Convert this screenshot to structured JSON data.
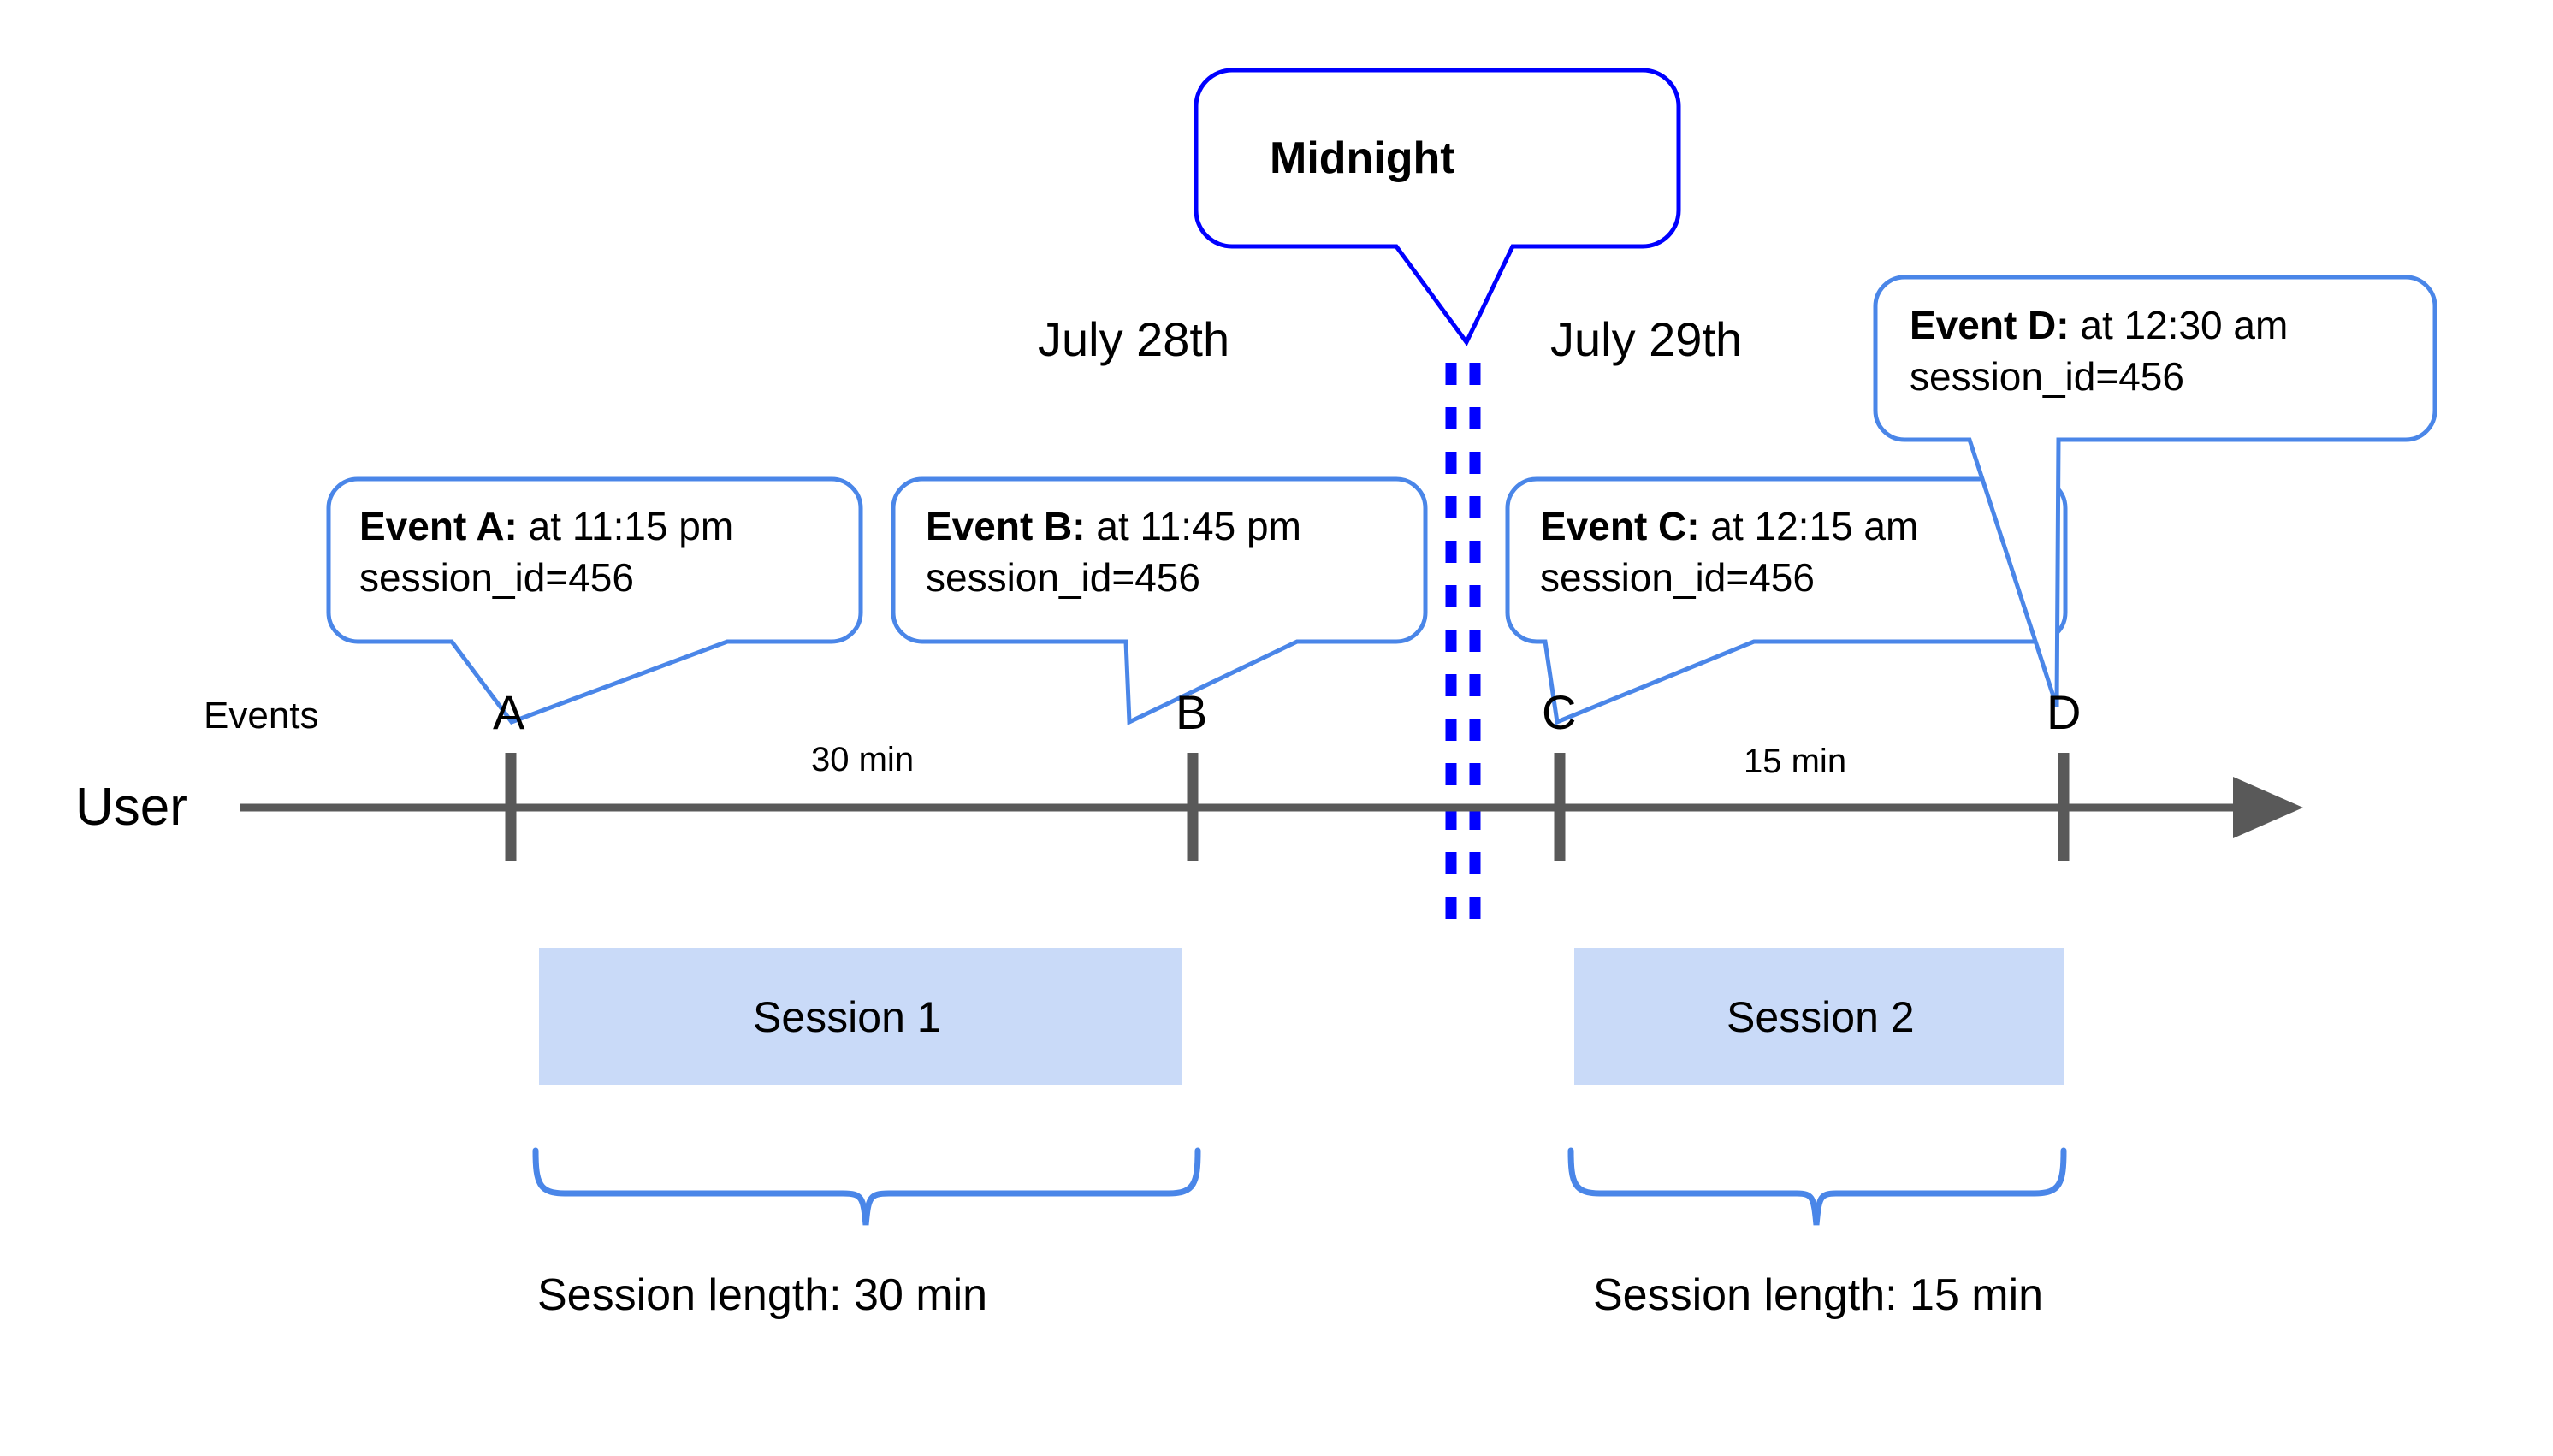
{
  "diagram": {
    "title_concept": "User session timeline across midnight",
    "colors": {
      "callout_border": "#4a86e8",
      "midnight_border": "#0000ff",
      "midnight_dash": "#0000ff",
      "axis": "#595959",
      "session_fill": "#c9daf8",
      "brace": "#4a86e8",
      "text": "#000000"
    }
  },
  "rows": {
    "events_label": "Events",
    "user_label": "User"
  },
  "dates": [
    {
      "id": "july28",
      "label": "July 28th"
    },
    {
      "id": "july29",
      "label": "July 29th"
    }
  ],
  "midnight": {
    "label": "Midnight"
  },
  "events": [
    {
      "id": "A",
      "marker": "A",
      "title": "Event A:",
      "detail": " at 11:15 pm",
      "line2": "session_id=456"
    },
    {
      "id": "B",
      "marker": "B",
      "title": "Event B:",
      "detail": " at 11:45 pm",
      "line2": "session_id=456"
    },
    {
      "id": "C",
      "marker": "C",
      "title": "Event C:",
      "detail": " at 12:15 am",
      "line2": "session_id=456"
    },
    {
      "id": "D",
      "marker": "D",
      "title": "Event D:",
      "detail": " at 12:30 am",
      "line2": "session_id=456"
    }
  ],
  "gaps": [
    {
      "id": "gap-ab",
      "label": "30 min"
    },
    {
      "id": "gap-cd",
      "label": "15 min"
    }
  ],
  "sessions": [
    {
      "id": "session1",
      "label": "Session 1",
      "length_label": "Session length: 30 min"
    },
    {
      "id": "session2",
      "label": "Session 2",
      "length_label": "Session length: 15 min"
    }
  ]
}
